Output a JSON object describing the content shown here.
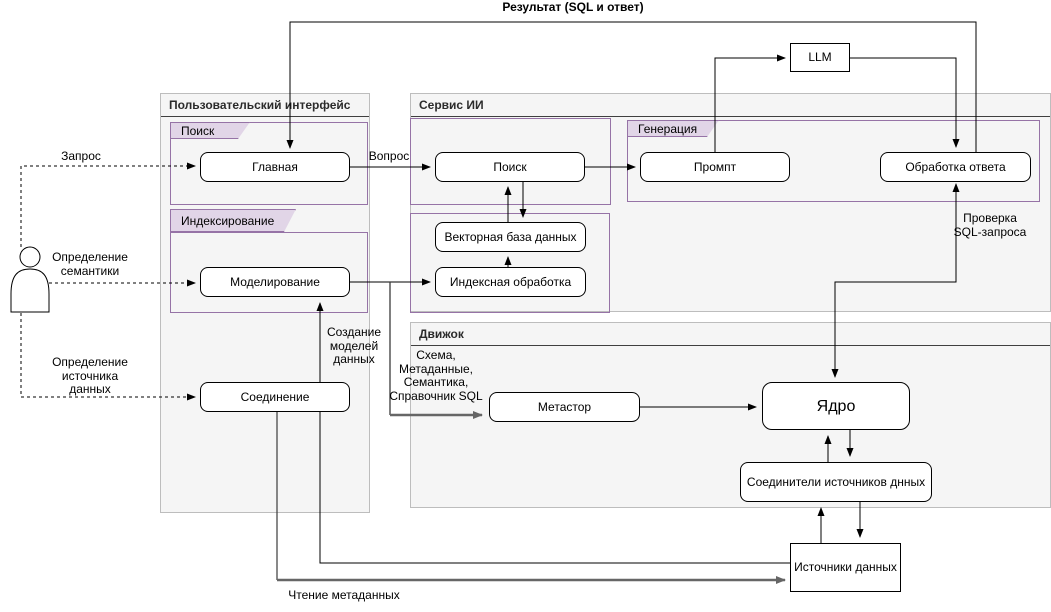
{
  "frames": {
    "ui": "Пользовательский интерфейс",
    "service": "Сервис ИИ",
    "engine": "Движок"
  },
  "groups": {
    "ui_search": "Поиск",
    "ui_indexing": "Индексирование",
    "generation": "Генерация"
  },
  "nodes": {
    "home": "Главная",
    "search": "Поиск",
    "prompt": "Промпт",
    "response": "Обработка ответа",
    "llm": "LLM",
    "vector_db": "Векторная база данных",
    "index_processing": "Индексная обработка",
    "modeling": "Моделирование",
    "connection": "Соединение",
    "metastore": "Метастор",
    "core": "Ядро",
    "connectors": "Соединители источников днных",
    "sources": "Источники данных"
  },
  "edge_labels": {
    "result": "Результат (SQL и ответ)",
    "request": "Запрос",
    "question": "Вопрос",
    "define_semantics": "Определение семантики",
    "define_source": "Определение источника данных",
    "create_models": "Создание моделей данных",
    "schema": "Схема, Метаданные, Семантика, Справочник SQL",
    "sql_check": "Проверка SQL-запроса",
    "read_metadata": "Чтение метаданных"
  },
  "colors": {
    "group_border": "#9673a6",
    "tab_fill": "#e1d5e7",
    "frame_fill": "#f5f5f5",
    "arrow_black": "#000000",
    "arrow_gray": "#666666"
  }
}
